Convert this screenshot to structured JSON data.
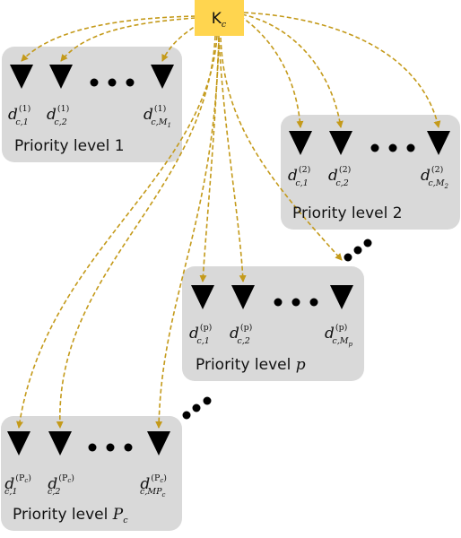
{
  "colors": {
    "box_fill": "#d9d9d9",
    "source_fill": "#ffd54f",
    "arrow_color": "#c49a1a",
    "triangle_fill": "#000000"
  },
  "source": {
    "main": "K",
    "sub": "c"
  },
  "groups": [
    {
      "id": "1",
      "label_text": "Priority level ",
      "label_math": "",
      "label_num": "1",
      "label_math_sub": "",
      "items": [
        {
          "base": "d",
          "sub": "c,1",
          "sup": "(1)"
        },
        {
          "base": "d",
          "sub": "c,2",
          "sup": "(1)"
        },
        {
          "base": "d",
          "sub": "c,M",
          "subsub": "1",
          "sup": "(1)"
        }
      ]
    },
    {
      "id": "2",
      "label_text": "Priority level ",
      "label_math": "",
      "label_num": "2",
      "label_math_sub": "",
      "items": [
        {
          "base": "d",
          "sub": "c,1",
          "sup": "(2)"
        },
        {
          "base": "d",
          "sub": "c,2",
          "sup": "(2)"
        },
        {
          "base": "d",
          "sub": "c,M",
          "subsub": "2",
          "sup": "(2)"
        }
      ]
    },
    {
      "id": "p",
      "label_text": "Priority level ",
      "label_math": "p",
      "label_num": "",
      "label_math_sub": "",
      "items": [
        {
          "base": "d",
          "sub": "c,1",
          "sup": "(p)"
        },
        {
          "base": "d",
          "sub": "c,2",
          "sup": "(p)"
        },
        {
          "base": "d",
          "sub": "c,M",
          "subsub": "p",
          "sup": "(p)"
        }
      ]
    },
    {
      "id": "Pc",
      "label_text": "Priority level ",
      "label_math": "P",
      "label_num": "",
      "label_math_sub": "c",
      "items": [
        {
          "base": "d",
          "sub": "c,1",
          "sup": "(P",
          "supsub": "c",
          "supclose": ")"
        },
        {
          "base": "d",
          "sub": "c,2",
          "sup": "(P",
          "supsub": "c",
          "supclose": ")"
        },
        {
          "base": "d",
          "sub": "c,MP",
          "subsub": "c",
          "sup": "(P",
          "supsub": "c",
          "supclose": ")"
        }
      ]
    }
  ]
}
